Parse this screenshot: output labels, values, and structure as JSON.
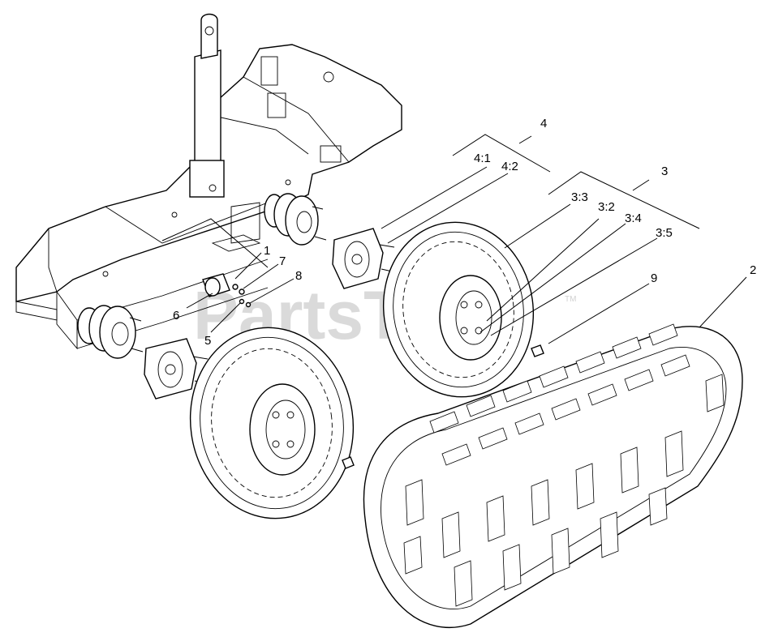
{
  "diagram": {
    "watermark": "PartsTree",
    "watermark_tm": "TM",
    "callouts": {
      "c1": "1",
      "c2": "2",
      "c3": "3",
      "c4": "4",
      "c5": "5",
      "c6": "6",
      "c7": "7",
      "c8": "8",
      "c9": "9",
      "c3_2": "3:2",
      "c3_3": "3:3",
      "c3_4": "3:4",
      "c3_5": "3:5",
      "c4_1": "4:1",
      "c4_2": "4:2"
    }
  }
}
